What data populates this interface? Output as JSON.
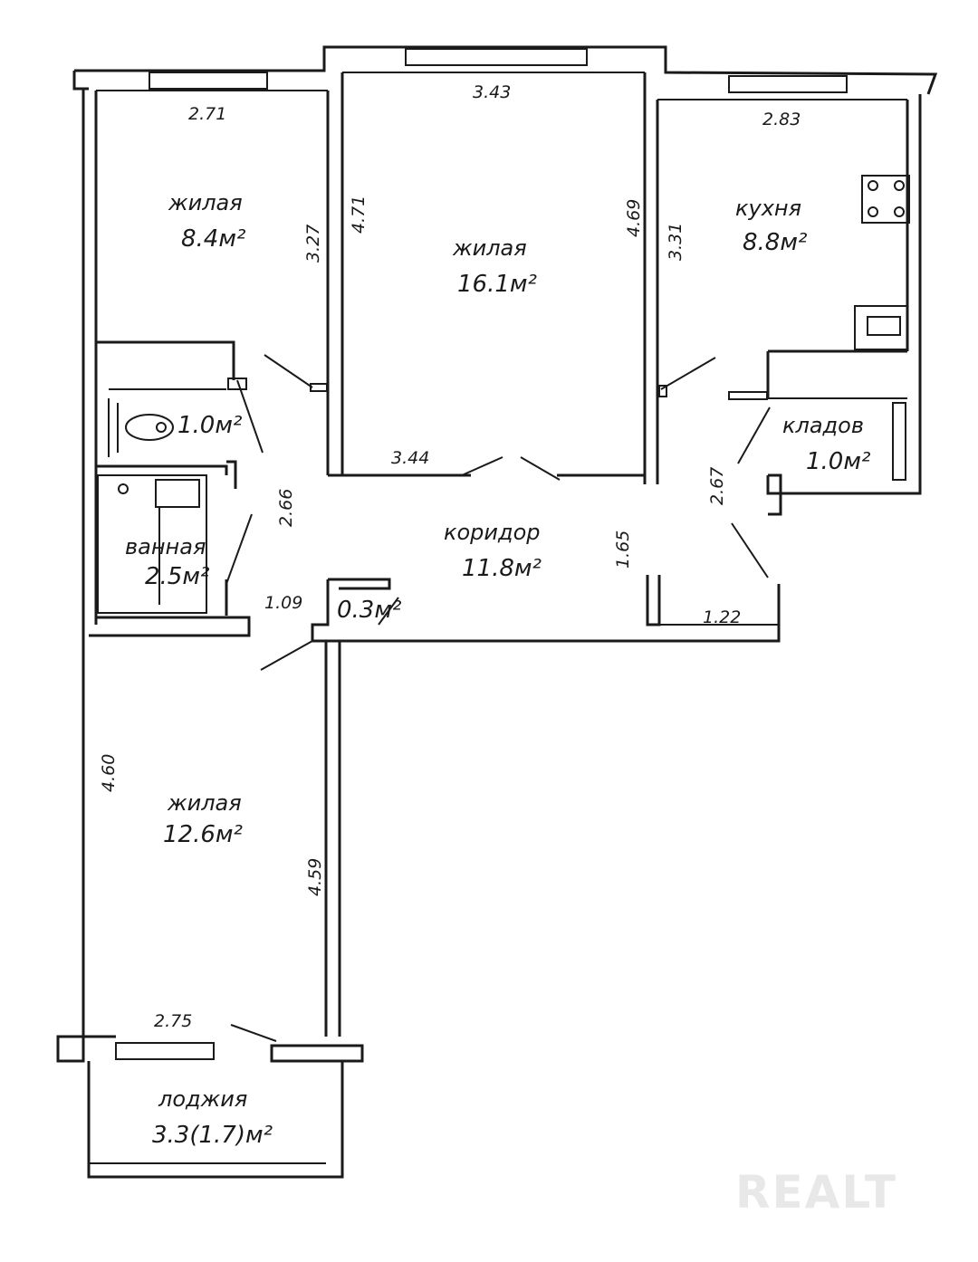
{
  "rooms": {
    "bedroom_small": {
      "name": "жилая",
      "area": "8.4м²"
    },
    "living_main": {
      "name": "жилая",
      "area": "16.1м²"
    },
    "kitchen": {
      "name": "кухня",
      "area": "8.8м²"
    },
    "storage": {
      "name": "кладов",
      "area": "1.0м²"
    },
    "toilet": {
      "area": "1.0м²"
    },
    "bathroom": {
      "name": "ванная",
      "area": "2.5м²"
    },
    "corridor": {
      "name": "коридор",
      "area": "11.8м²"
    },
    "closet": {
      "area": "0.3м²"
    },
    "bedroom_lower": {
      "name": "жилая",
      "area": "12.6м²"
    },
    "loggia": {
      "name": "лоджия",
      "area": "3.3(1.7)м²"
    }
  },
  "dimensions": {
    "d_271": "2.71",
    "d_343": "3.43",
    "d_283": "2.83",
    "d_327": "3.27",
    "d_471": "4.71",
    "d_469": "4.69",
    "d_331": "3.31",
    "d_344": "3.44",
    "d_266": "2.66",
    "d_267": "2.67",
    "d_165": "1.65",
    "d_109": "1.09",
    "d_122": "1.22",
    "d_460": "4.60",
    "d_459": "4.59",
    "d_275": "2.75"
  },
  "watermark": "REALT"
}
